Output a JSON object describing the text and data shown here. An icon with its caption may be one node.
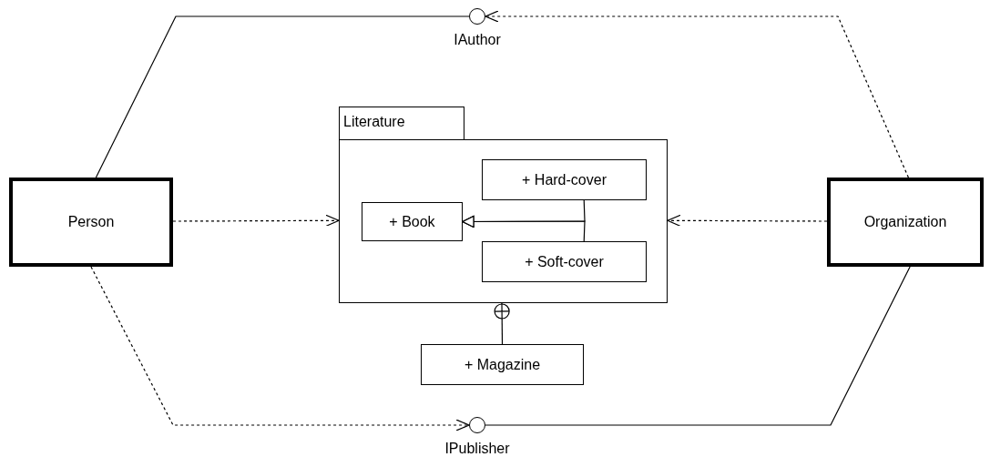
{
  "diagram": {
    "nodes": [
      {
        "text": [
          "Person"
        ]
      },
      {
        "text": [
          "Organization"
        ]
      },
      {
        "text": [],
        "shape": "circle",
        "beside": [
          "IAuthor"
        ]
      },
      {
        "text": [
          "Literature"
        ]
      },
      {
        "text": [
          "+ Hard-cover"
        ],
        "in": 3
      },
      {
        "text": [
          "+ Book"
        ],
        "in": 3
      },
      {
        "text": [
          "+ Soft-cover"
        ],
        "in": 3
      },
      {
        "text": [
          "+ Magazine"
        ]
      },
      {
        "text": [],
        "shape": "circle",
        "beside": [
          "IPublisher"
        ]
      }
    ],
    "edges": [
      {
        "from": 0,
        "to": 2,
        "arrow": "none"
      },
      {
        "from": 1,
        "to": 2,
        "arrow": "to",
        "style": "dashed"
      },
      {
        "from": 0,
        "to": 3,
        "arrow": "to",
        "style": "dashed"
      },
      {
        "from": 1,
        "to": 3,
        "arrow": "to",
        "style": "dashed"
      },
      {
        "from": 4,
        "to": 5,
        "arrow": "to"
      },
      {
        "from": 6,
        "to": 5,
        "arrow": "to"
      },
      {
        "from": 7,
        "to": 3,
        "arrow": "other"
      },
      {
        "from": 0,
        "to": 8,
        "arrow": "to",
        "style": "dashed"
      },
      {
        "from": 1,
        "to": 8,
        "arrow": "none"
      }
    ]
  }
}
